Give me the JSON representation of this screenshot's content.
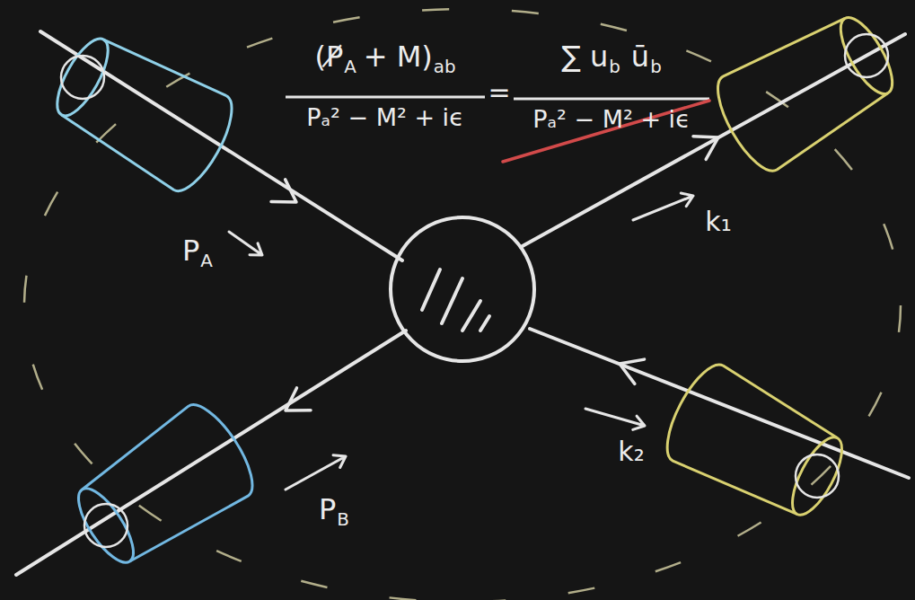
{
  "diagram": {
    "labels": [
      "(P̸",
      "A",
      "+ M)",
      "ab",
      "Pₐ² − M² + iϵ",
      "=",
      "∑ u",
      "b",
      "ū",
      "b",
      "Pₐ² − M² + iϵ",
      "P",
      "A",
      "k₁",
      "P",
      "B",
      "k₂"
    ]
  }
}
